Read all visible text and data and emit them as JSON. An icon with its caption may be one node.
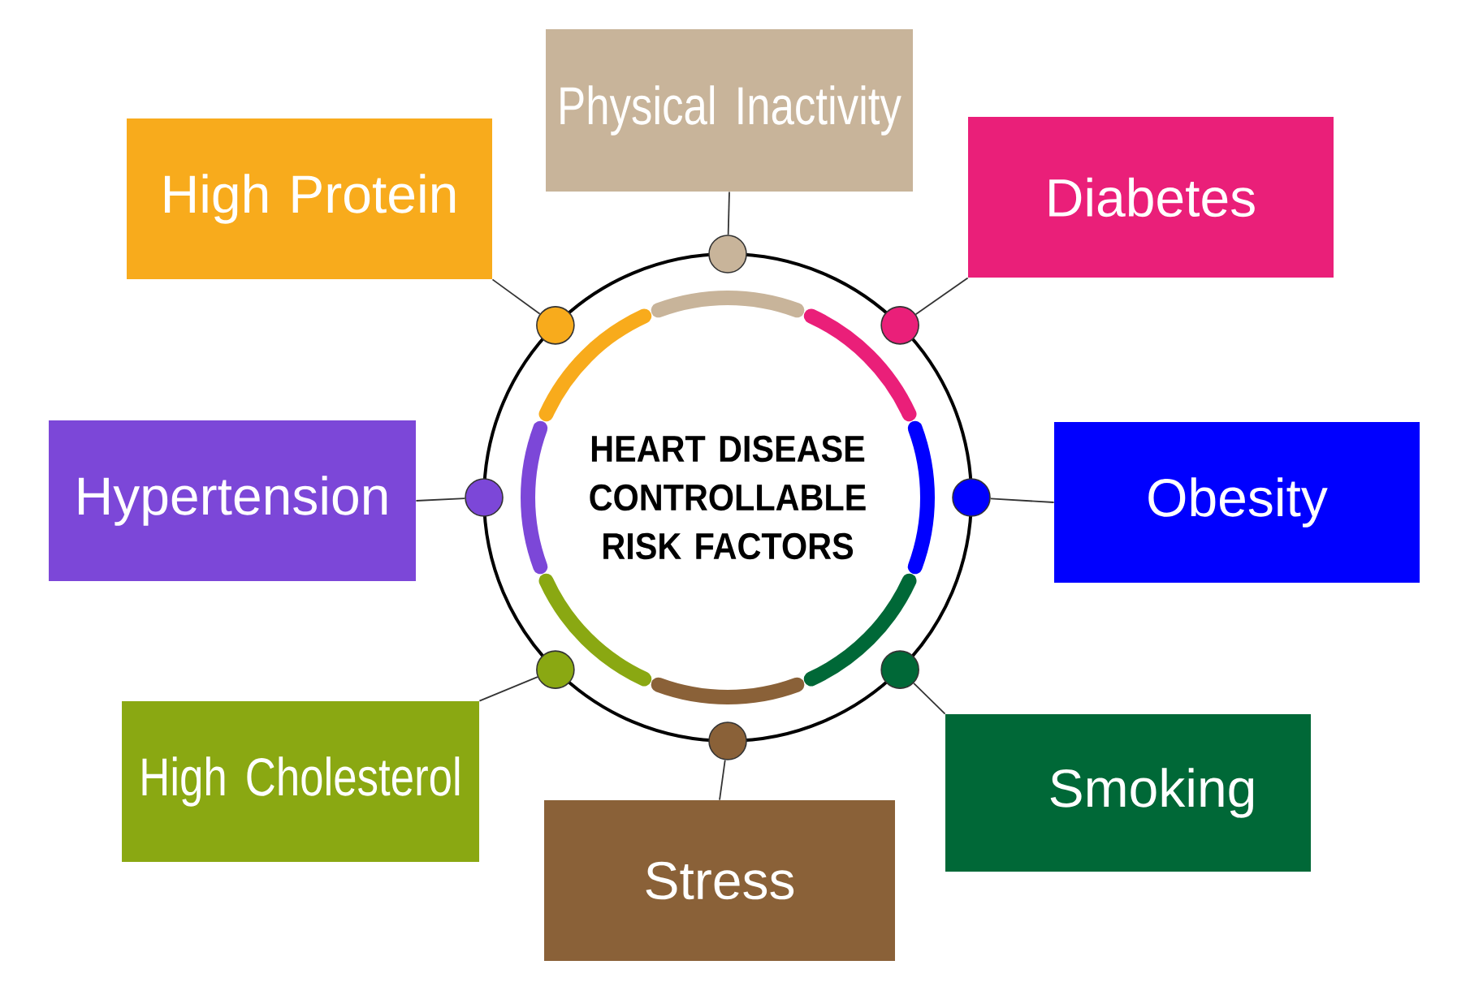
{
  "diagram": {
    "nodes": [
      {
        "text": [
          "HEART DISEASE CONTROLLABLE RISK FACTORS"
        ]
      },
      {
        "text": [
          "Physical Inactivity"
        ]
      },
      {
        "text": [
          "High Protein"
        ]
      },
      {
        "text": [
          "Diabetes"
        ]
      },
      {
        "text": [
          "Hypertension"
        ]
      },
      {
        "text": [
          "Obesity"
        ]
      },
      {
        "text": [
          "High Cholesterol"
        ]
      },
      {
        "text": [
          "Smoking"
        ]
      },
      {
        "text": [
          "Stress"
        ]
      },
      {
        "text": [],
        "shape": "circle"
      },
      {
        "text": [],
        "shape": "circle"
      },
      {
        "text": [],
        "shape": "circle"
      },
      {
        "text": [],
        "shape": "circle"
      },
      {
        "text": [],
        "shape": "circle"
      },
      {
        "text": [],
        "shape": "circle"
      },
      {
        "text": [],
        "shape": "circle"
      },
      {
        "text": [],
        "shape": "circle"
      }
    ],
    "edges": [
      {
        "from": 12,
        "to": 1,
        "arrow": "none"
      },
      {
        "from": 10,
        "to": 2,
        "arrow": "none"
      },
      {
        "from": 14,
        "to": 3,
        "arrow": "none"
      },
      {
        "from": 9,
        "to": 4,
        "arrow": "none"
      },
      {
        "from": 16,
        "to": 5,
        "arrow": "none"
      },
      {
        "from": 11,
        "to": 6,
        "arrow": "none"
      },
      {
        "from": 15,
        "to": 7,
        "arrow": "none"
      },
      {
        "from": 13,
        "to": 8,
        "arrow": "none"
      }
    ]
  }
}
